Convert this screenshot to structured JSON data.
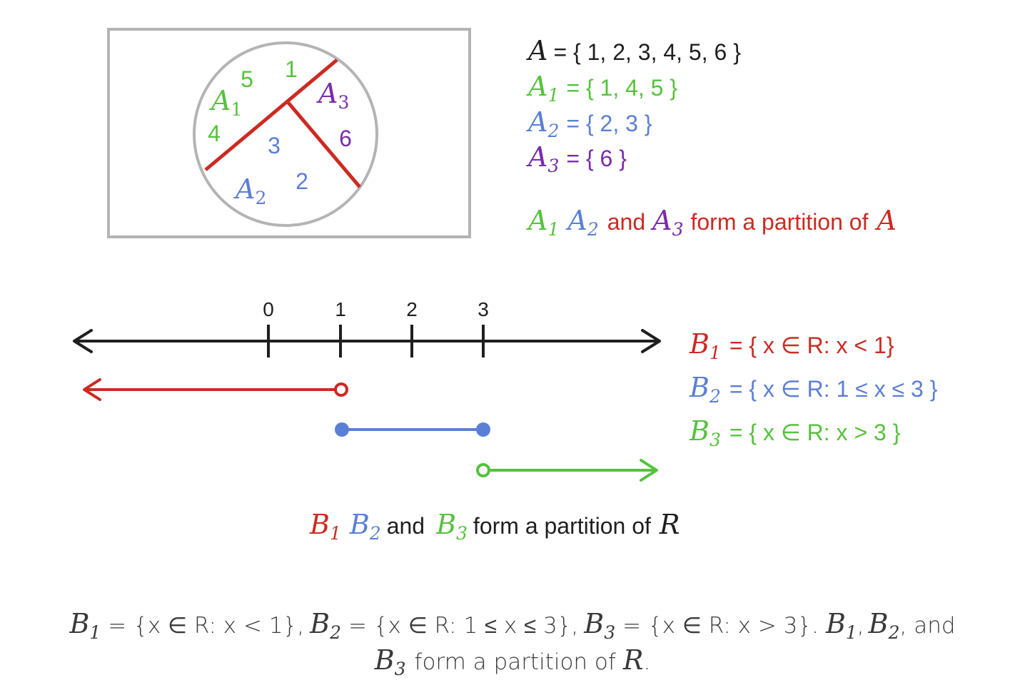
{
  "colors": {
    "black": "#1f1f1f",
    "green": "#55c23c",
    "blue": "#5a7fd6",
    "purple": "#7a2bab",
    "red": "#cc2a22",
    "gray": "#b4b4b4"
  },
  "venn": {
    "part_labels": [
      {
        "name": "A",
        "sub": "1"
      },
      {
        "name": "A",
        "sub": "2"
      },
      {
        "name": "A",
        "sub": "3"
      }
    ],
    "elements": {
      "e1": "1",
      "e2": "2",
      "e3": "3",
      "e4": "4",
      "e5": "5",
      "e6": "6"
    }
  },
  "set_defs": {
    "A": {
      "name": "A",
      "eq": "= { 1, 2, 3, 4, 5, 6 }"
    },
    "A1": {
      "name": "A",
      "sub": "1",
      "eq": "= { 1, 4, 5 }"
    },
    "A2": {
      "name": "A",
      "sub": "2",
      "eq": "= { 2, 3 }"
    },
    "A3": {
      "name": "A",
      "sub": "3",
      "eq": "= { 6 }"
    }
  },
  "partition_A": {
    "and": "and",
    "text": "form a partition of",
    "target": "A"
  },
  "number_line": {
    "ticks": [
      "0",
      "1",
      "2",
      "3"
    ],
    "B1": {
      "name": "B",
      "sub": "1",
      "eq": "= { x ∈ R: x < 1}"
    },
    "B2": {
      "name": "B",
      "sub": "2",
      "eq": "= { x ∈ R: 1 ≤ x ≤ 3 }"
    },
    "B3": {
      "name": "B",
      "sub": "3",
      "eq": "= { x ∈ R: x > 3 }"
    }
  },
  "partition_R": {
    "and": "and",
    "text": "form a partition of",
    "target": "R"
  },
  "caption": {
    "b1_eq": "= {x ∈ R: x < 1},",
    "b2_eq": "= {x ∈ R: 1 ≤ x ≤ 3},",
    "b3_eq": "= {x ∈ R: x > 3}.",
    "comma1": ",",
    "and_text": ", and",
    "line2_text": "form a partition of",
    "line2_target": "R",
    "period": ".",
    "B": "B",
    "s1": "1",
    "s2": "2",
    "s3": "3"
  }
}
